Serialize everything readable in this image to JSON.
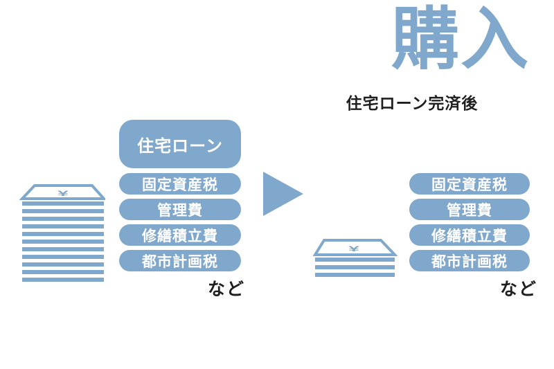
{
  "title": "購入",
  "subtitle": "住宅ローン完済後",
  "colors": {
    "blue": "#80a8cc",
    "text": "#1f1f1f",
    "pill_text": "#ffffff",
    "background": "#ffffff"
  },
  "before": {
    "loan_label": "住宅ローン",
    "items": [
      "固定資産税",
      "管理費",
      "修繕積立費",
      "都市計画税"
    ],
    "etc_label": "など"
  },
  "after": {
    "items": [
      "固定資産税",
      "管理費",
      "修繕積立費",
      "都市計画税"
    ],
    "etc_label": "など"
  },
  "icons": {
    "arrow": "right-arrow-icon",
    "money_stack_large": "money-stack-large-icon",
    "money_stack_small": "money-stack-small-icon",
    "yen_mark": "¥"
  }
}
